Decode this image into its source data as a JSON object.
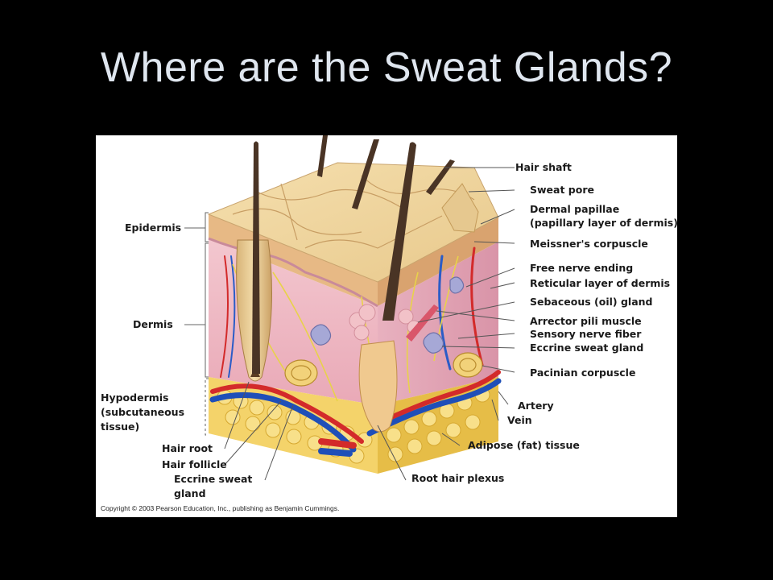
{
  "slide": {
    "title": "Where are the Sweat Glands?"
  },
  "figure": {
    "labels_right": {
      "hair_shaft": "Hair shaft",
      "sweat_pore": "Sweat pore",
      "dermal_papillae_1": "Dermal papillae",
      "dermal_papillae_2": "(papillary layer of dermis)",
      "meissners_corpuscle": "Meissner's corpuscle",
      "free_nerve_ending": "Free nerve ending",
      "reticular_layer": "Reticular layer of dermis",
      "sebaceous_gland": "Sebaceous (oil) gland",
      "arrector_pili": "Arrector pili muscle",
      "sensory_nerve": "Sensory nerve fiber",
      "eccrine_gland_right": "Eccrine sweat gland",
      "pacinian_corpuscle": "Pacinian corpuscle",
      "artery": "Artery",
      "vein": "Vein",
      "adipose": "Adipose (fat) tissue",
      "root_hair_plexus": "Root hair plexus"
    },
    "labels_left": {
      "epidermis": "Epidermis",
      "dermis": "Dermis",
      "hypodermis_1": "Hypodermis",
      "hypodermis_2": "(subcutaneous",
      "hypodermis_3": "tissue)",
      "hair_root": "Hair root",
      "hair_follicle": "Hair follicle",
      "eccrine_left_1": "Eccrine sweat",
      "eccrine_left_2": "gland"
    },
    "copyright": "Copyright © 2003 Pearson Education, Inc., publishing as Benjamin Cummings."
  }
}
